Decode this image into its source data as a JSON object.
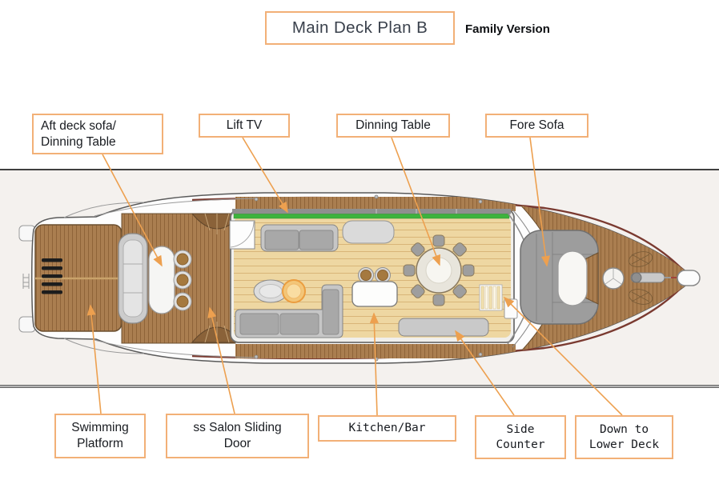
{
  "title": {
    "text": "Main Deck Plan B",
    "version": "Family Version"
  },
  "callouts_top": {
    "aft_sofa": {
      "line1": "Aft deck sofa/",
      "line2": "Dinning Table"
    },
    "lift_tv": {
      "text": "Lift TV"
    },
    "dinning_table": {
      "text": "Dinning Table"
    },
    "fore_sofa": {
      "text": "Fore Sofa"
    }
  },
  "callouts_bottom": {
    "swimming_platform": {
      "line1": "Swimming",
      "line2": "Platform"
    },
    "salon_sliding_door": {
      "line1": "ss Salon Sliding",
      "line2": "Door"
    },
    "kitchen_bar": {
      "text": "Kitchen/Bar"
    },
    "side_counter": {
      "line1": "Side",
      "line2": "Counter"
    },
    "down_to_lower_deck": {
      "line1": "Down to",
      "line2": "Lower Deck"
    }
  },
  "colors": {
    "callout_border": "#f2b077",
    "leader_line": "#eda04f",
    "teak_deck": "#aa7e50",
    "salon_floor": "#eed7a2",
    "tv_strip_green": "#3db33d",
    "hull_trim_maroon": "#7a3a30",
    "band_background": "#f4f1ee"
  }
}
